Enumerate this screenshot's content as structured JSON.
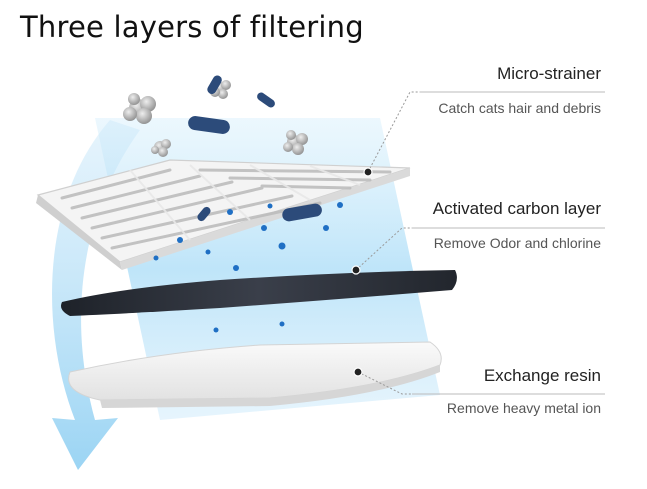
{
  "title": "Three layers of filtering",
  "layers": [
    {
      "name": "Micro-strainer",
      "description": "Catch cats hair and debris"
    },
    {
      "name": "Activated carbon layer",
      "description": "Remove Odor and chlorine"
    },
    {
      "name": "Exchange resin",
      "description": "Remove heavy metal ion"
    }
  ],
  "colors": {
    "water_flow": "#a9dcf7",
    "carbon_layer": "#2b2f38",
    "resin_layer": "#f1f1f1",
    "particle_dots": "#1f6fc4",
    "bacteria": "#2c4b7a"
  }
}
